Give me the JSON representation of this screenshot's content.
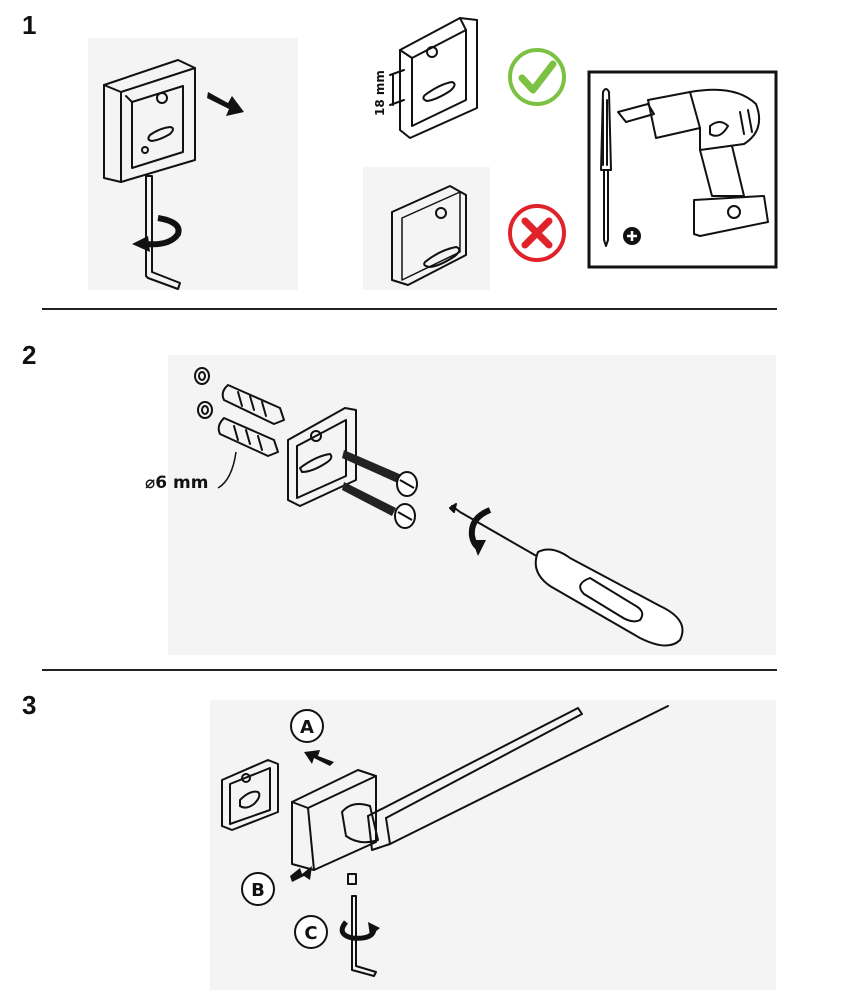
{
  "steps": [
    {
      "number": "1"
    },
    {
      "number": "2"
    },
    {
      "number": "3"
    }
  ],
  "step1": {
    "spacer_depth_label": "18 mm",
    "correct_icon": "green-check-icon",
    "incorrect_icon": "red-x-icon",
    "plus_icon": "plus-circle-icon",
    "correct_color": "#7cc242",
    "incorrect_color": "#e0222b"
  },
  "step2": {
    "drill_diameter_label": "⌀6 mm"
  },
  "step3": {
    "callouts": [
      "A",
      "B",
      "C"
    ]
  }
}
